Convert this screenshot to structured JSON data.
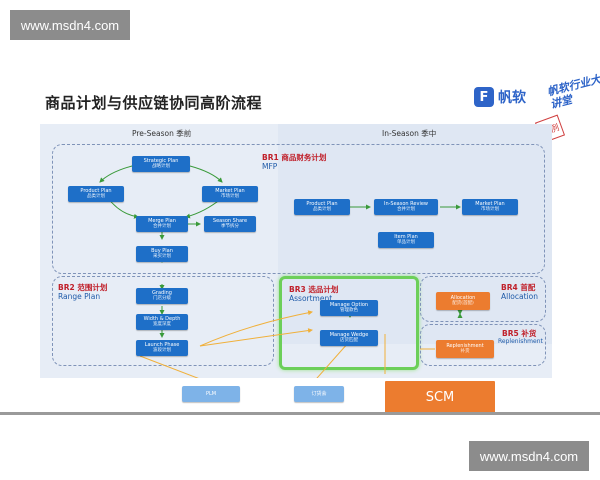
{
  "watermarks": {
    "top": "www.msdn4.com",
    "bottom": "www.msdn4.com"
  },
  "slide": {
    "title": "商品计划与供应链协同高阶流程",
    "logo_text": "帆软",
    "lecture_text": "帆软行业大讲堂",
    "stamp_text": "示例"
  },
  "diagram": {
    "pre_season": "Pre-Season 季前",
    "in_season": "In-Season 季中",
    "br1": {
      "title": "BR1 商品财务计划",
      "sub": "MFP"
    },
    "br2": {
      "title": "BR2 范围计划",
      "sub": "Range Plan"
    },
    "br3": {
      "title": "BR3 选品计划",
      "sub": "Assortment"
    },
    "br4": {
      "title": "BR4 首配",
      "sub": "Allocation"
    },
    "br5": {
      "title": "BR5 补货",
      "sub": "Replenishment"
    },
    "nodes": {
      "strategic_plan": {
        "en": "Strategic Plan",
        "zh": "战略计划"
      },
      "product_plan_pre": {
        "en": "Product Plan",
        "zh": "品类计划"
      },
      "market_plan_pre": {
        "en": "Market Plan",
        "zh": "市场计划"
      },
      "merge_plan": {
        "en": "Merge Plan",
        "zh": "合并计划"
      },
      "season_share": {
        "en": "Season Share",
        "zh": "季节拆分"
      },
      "buy_plan": {
        "en": "Buy Plan",
        "zh": "采买计划"
      },
      "product_plan_in": {
        "en": "Product Plan",
        "zh": "品类计划"
      },
      "in_season_review": {
        "en": "In-Season Review",
        "zh": "合并计划"
      },
      "market_plan_in": {
        "en": "Market Plan",
        "zh": "市场计划"
      },
      "item_plan": {
        "en": "Item Plan",
        "zh": "单品计划"
      },
      "grading": {
        "en": "Grading",
        "zh": "门店分级"
      },
      "width_depth": {
        "en": "Width & Depth",
        "zh": "宽度深度"
      },
      "launch_phase": {
        "en": "Launch Phase",
        "zh": "波段计划"
      },
      "manage_option": {
        "en": "Manage Option",
        "zh": "管理款色"
      },
      "manage_wedge": {
        "en": "Manage Wedge",
        "zh": "店货匹配"
      },
      "allocation": {
        "en": "Allocation",
        "zh": "配货(首配)"
      },
      "replenishment": {
        "en": "Replenishment",
        "zh": "补货"
      },
      "plm": {
        "en": "PLM"
      },
      "order_meeting": {
        "en": "订货会"
      },
      "scm": {
        "en": "SCM"
      }
    }
  }
}
